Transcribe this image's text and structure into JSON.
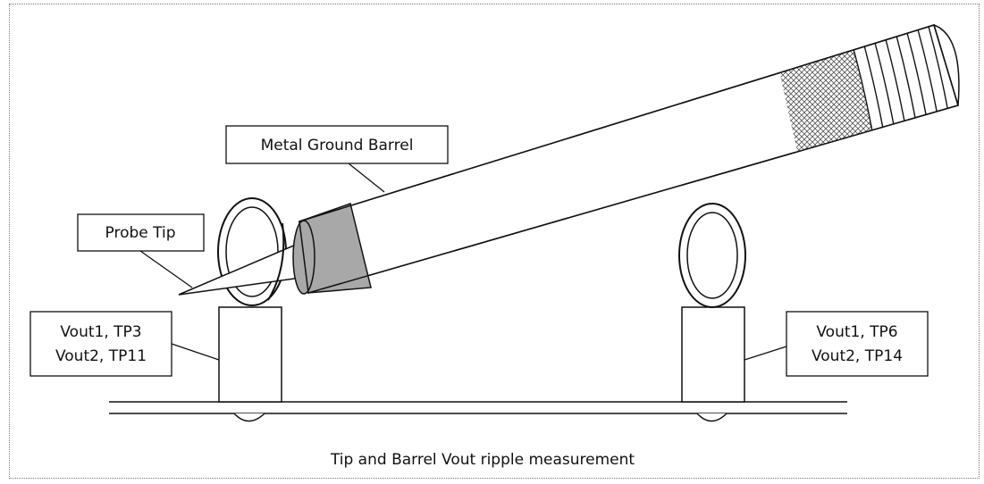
{
  "labels": {
    "barrel": "Metal Ground Barrel",
    "tip": "Probe Tip",
    "left_line1": "Vout1, TP3",
    "left_line2": "Vout2, TP11",
    "right_line1": "Vout1, TP6",
    "right_line2": "Vout2, TP14"
  },
  "caption": "Tip and Barrel Vout ripple measurement",
  "colors": {
    "line": "#111111",
    "band": "#a8a8a8",
    "background": "#ffffff"
  }
}
